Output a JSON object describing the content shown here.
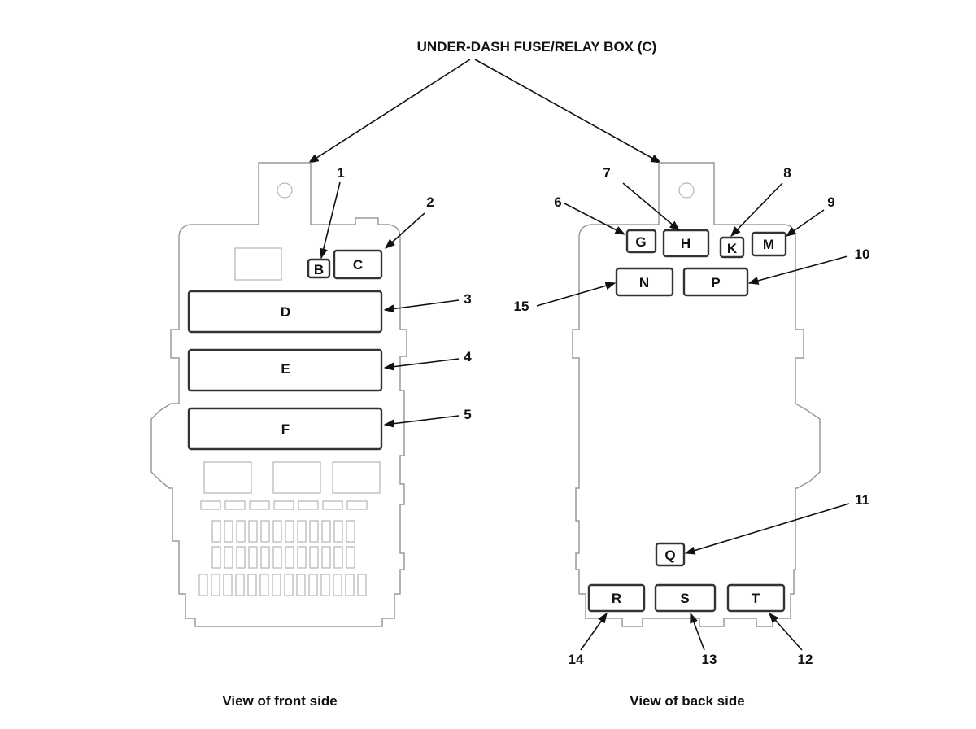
{
  "title": "UNDER-DASH FUSE/RELAY BOX (C)",
  "front_view": {
    "caption": "View of front side",
    "connectors": {
      "B": "B",
      "C": "C",
      "D": "D",
      "E": "E",
      "F": "F"
    },
    "callouts": {
      "1": "1",
      "2": "2",
      "3": "3",
      "4": "4",
      "5": "5"
    }
  },
  "back_view": {
    "caption": "View of back side",
    "connectors": {
      "G": "G",
      "H": "H",
      "K": "K",
      "M": "M",
      "N": "N",
      "P": "P",
      "Q": "Q",
      "R": "R",
      "S": "S",
      "T": "T"
    },
    "callouts": {
      "6": "6",
      "7": "7",
      "8": "8",
      "9": "9",
      "10": "10",
      "11": "11",
      "12": "12",
      "13": "13",
      "14": "14",
      "15": "15"
    }
  }
}
